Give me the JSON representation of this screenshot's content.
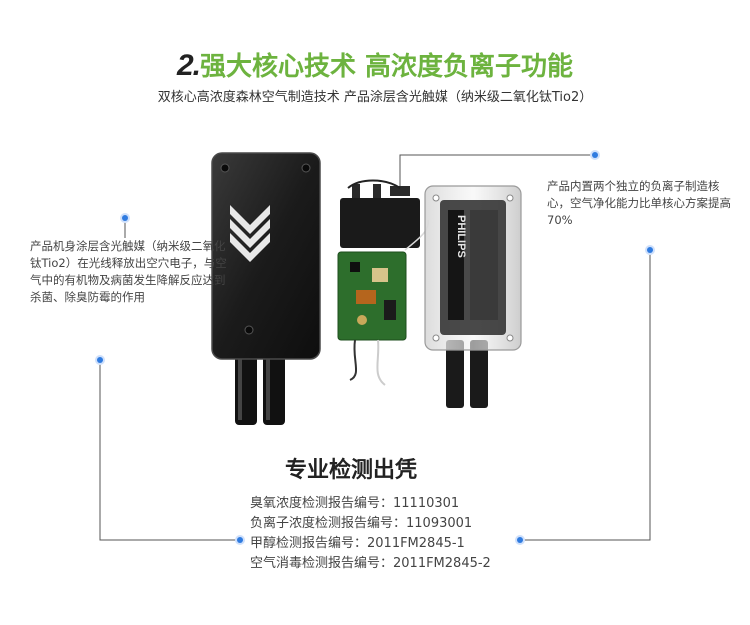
{
  "header": {
    "number": "2.",
    "title": "强大核心技术 高浓度负离子功能",
    "subtitle": "双核心高浓度森林空气制造技术 产品涂层含光触媒（纳米级二氧化钛Tio2）"
  },
  "left_description": "产品机身涂层含光触媒（纳米级二氧化钛Tio2）在光线释放出空穴电子，与空气中的有机物及病菌发生降解反应达到杀菌、除臭防霉的作用",
  "right_description": "产品内置两个独立的负离子制造核心，空气净化能力比单核心方案提高70%",
  "product": {
    "brand_mark": "PHILIPS"
  },
  "certification": {
    "title": "专业检测出凭",
    "items": [
      "臭氧浓度检测报告编号：11110301",
      "负离子浓度检测报告编号：11093001",
      "甲醇检测报告编号：2011FM2845-1",
      "空气消毒检测报告编号：2011FM2845-2"
    ]
  },
  "colors": {
    "accent_green": "#6db33f",
    "dot_blue": "#2f7be0",
    "device_black": "#1b1b1b"
  }
}
